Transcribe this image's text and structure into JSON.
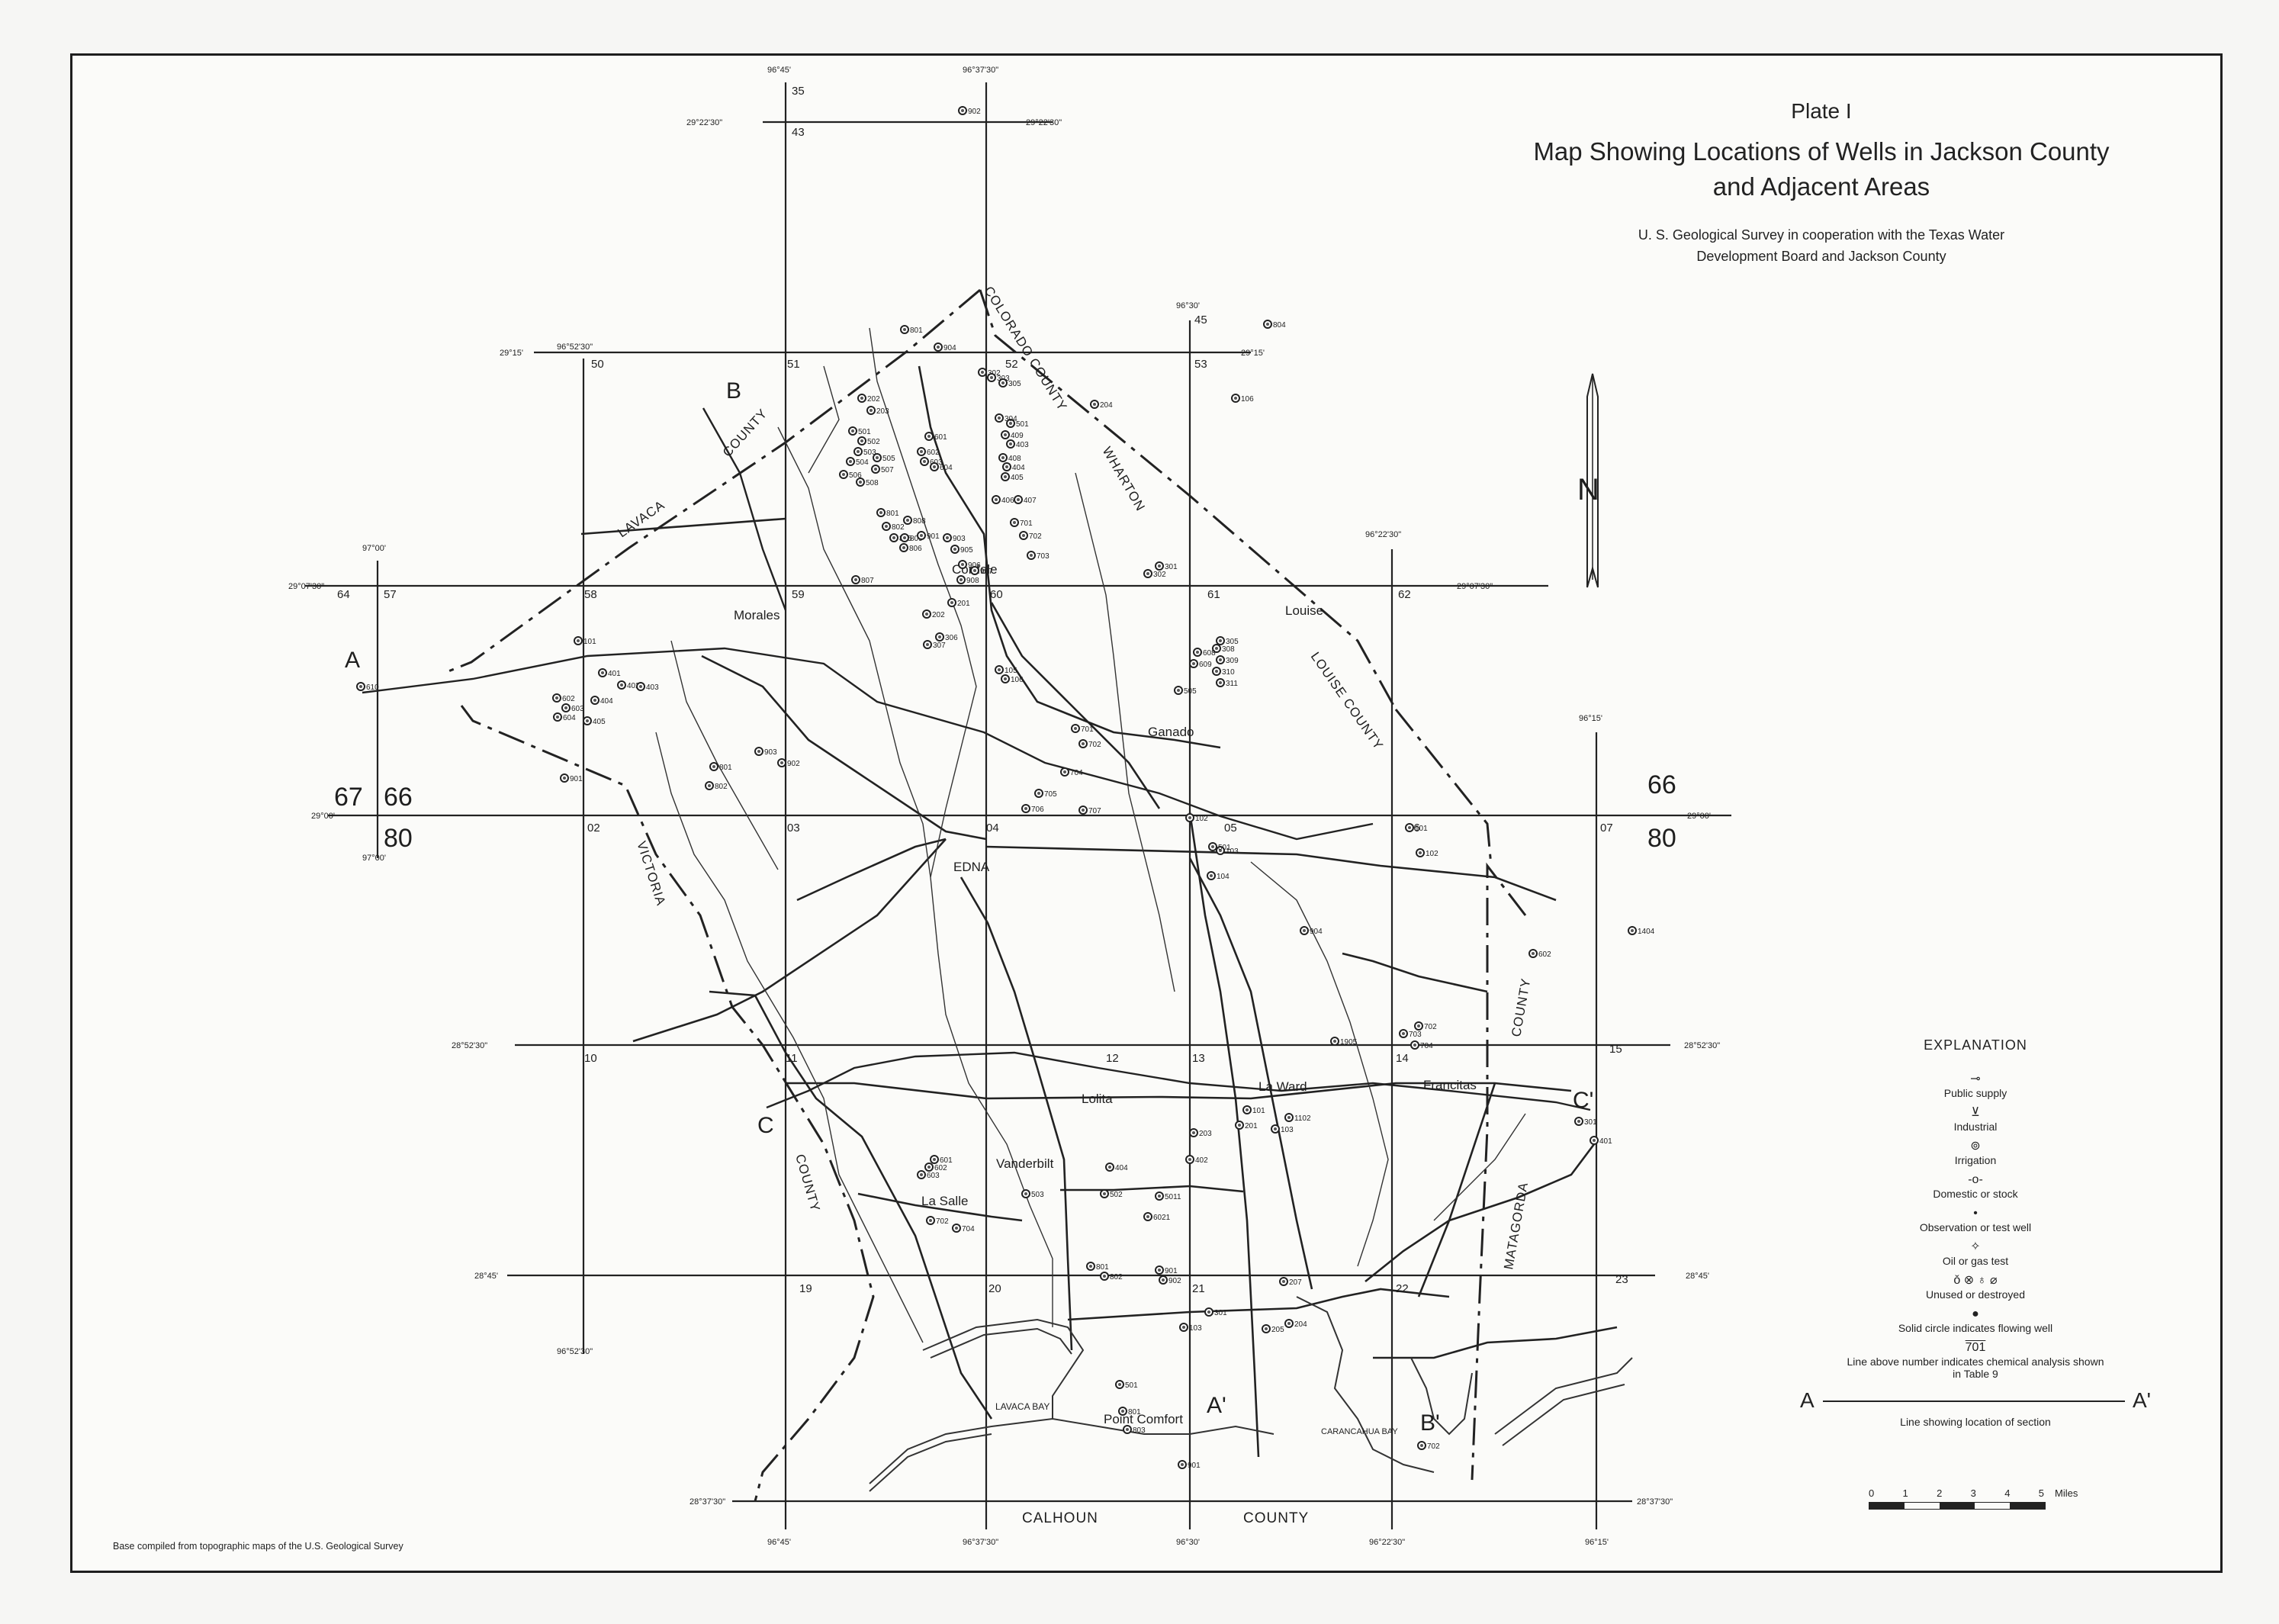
{
  "title": {
    "plate": "Plate I",
    "line1": "Map Showing Locations of Wells in Jackson County",
    "line2": "and Adjacent Areas",
    "subtitle1": "U. S. Geological Survey in cooperation with the Texas Water",
    "subtitle2": "Development Board and Jackson County"
  },
  "explanation": {
    "heading": "EXPLANATION",
    "items": [
      {
        "label": "Public supply",
        "icon": "public-supply-well-icon"
      },
      {
        "label": "Industrial",
        "icon": "industrial-well-icon"
      },
      {
        "label": "Irrigation",
        "icon": "irrigation-well-icon"
      },
      {
        "label": "Domestic or stock",
        "icon": "domestic-well-icon"
      },
      {
        "label": "Observation or test well",
        "icon": "observation-well-icon"
      },
      {
        "label": "Oil or gas test",
        "icon": "oil-gas-test-icon"
      },
      {
        "label": "Unused or destroyed",
        "icon": "unused-well-icon"
      },
      {
        "label": "Solid circle indicates flowing well",
        "icon": "flowing-well-icon"
      },
      {
        "label": "Line above number indicates chemical analysis shown in Table 9",
        "icon": "chemical-analysis-icon",
        "sample": "701"
      }
    ],
    "section_line": {
      "left": "A",
      "right": "A'",
      "label": "Line showing location of section"
    },
    "scale": {
      "ticks": [
        "0",
        "1",
        "2",
        "3",
        "4",
        "5"
      ],
      "unit": "Miles"
    }
  },
  "base_note": "Base compiled from topographic maps of the U.S. Geological Survey",
  "north_arrow": "N",
  "counties": [
    "COLORADO COUNTY",
    "WHARTON",
    "LAVACA",
    "COUNTY",
    "LOUISE COUNTY",
    "VICTORIA",
    "COUNTY",
    "MATAGORDA",
    "COUNTY",
    "CALHOUN",
    "COUNTY"
  ],
  "towns": [
    "Morales",
    "Cordele",
    "Louise",
    "Ganado",
    "EDNA",
    "La Ward",
    "Francitas",
    "Lolita",
    "Vanderbilt",
    "La Salle",
    "Point Comfort"
  ],
  "water": [
    "LAVACA BAY",
    "CARANCAHUA BAY"
  ],
  "section_letters": [
    "A",
    "B",
    "C",
    "A'",
    "B'",
    "C'"
  ],
  "lat_labels": [
    "29°22'30\"",
    "29°15'",
    "29°07'30\"",
    "29°00'",
    "28°52'30\"",
    "28°45'",
    "28°37'30\""
  ],
  "lon_labels": [
    "96°45'",
    "96°37'30\"",
    "96°30'",
    "96°22'30\"",
    "96°15'",
    "96°52'30\"",
    "97°00'"
  ],
  "quad_numbers": [
    "35",
    "43",
    "50",
    "51",
    "52",
    "53",
    "45",
    "57",
    "58",
    "59",
    "60",
    "61",
    "62",
    "64",
    "67",
    "66",
    "80",
    "02",
    "03",
    "04",
    "05",
    "06",
    "07",
    "10",
    "11",
    "12",
    "13",
    "14",
    "15",
    "19",
    "20",
    "21",
    "22",
    "23"
  ],
  "wells": [
    {
      "n": "902"
    },
    {
      "n": "801"
    },
    {
      "n": "904"
    },
    {
      "n": "302"
    },
    {
      "n": "303"
    },
    {
      "n": "305"
    },
    {
      "n": "501"
    },
    {
      "n": "804"
    },
    {
      "n": "106"
    },
    {
      "n": "204"
    },
    {
      "n": "202"
    },
    {
      "n": "203"
    },
    {
      "n": "304"
    },
    {
      "n": "409"
    },
    {
      "n": "403"
    },
    {
      "n": "408"
    },
    {
      "n": "404"
    },
    {
      "n": "405"
    },
    {
      "n": "406"
    },
    {
      "n": "407"
    },
    {
      "n": "501"
    },
    {
      "n": "502"
    },
    {
      "n": "503"
    },
    {
      "n": "504"
    },
    {
      "n": "505"
    },
    {
      "n": "506"
    },
    {
      "n": "507"
    },
    {
      "n": "508"
    },
    {
      "n": "601"
    },
    {
      "n": "602"
    },
    {
      "n": "603"
    },
    {
      "n": "604"
    },
    {
      "n": "701"
    },
    {
      "n": "702"
    },
    {
      "n": "703"
    },
    {
      "n": "801"
    },
    {
      "n": "802"
    },
    {
      "n": "805"
    },
    {
      "n": "806"
    },
    {
      "n": "807"
    },
    {
      "n": "808"
    },
    {
      "n": "809"
    },
    {
      "n": "901"
    },
    {
      "n": "903"
    },
    {
      "n": "905"
    },
    {
      "n": "906"
    },
    {
      "n": "907"
    },
    {
      "n": "908"
    },
    {
      "n": "301"
    },
    {
      "n": "302"
    },
    {
      "n": "101"
    },
    {
      "n": "401"
    },
    {
      "n": "402"
    },
    {
      "n": "403"
    },
    {
      "n": "404"
    },
    {
      "n": "405"
    },
    {
      "n": "602"
    },
    {
      "n": "603"
    },
    {
      "n": "604"
    },
    {
      "n": "610"
    },
    {
      "n": "901"
    },
    {
      "n": "902"
    },
    {
      "n": "903"
    },
    {
      "n": "801"
    },
    {
      "n": "802"
    },
    {
      "n": "201"
    },
    {
      "n": "202"
    },
    {
      "n": "306"
    },
    {
      "n": "307"
    },
    {
      "n": "105"
    },
    {
      "n": "106"
    },
    {
      "n": "701"
    },
    {
      "n": "702"
    },
    {
      "n": "704"
    },
    {
      "n": "705"
    },
    {
      "n": "706"
    },
    {
      "n": "707"
    },
    {
      "n": "102"
    },
    {
      "n": "103"
    },
    {
      "n": "104"
    },
    {
      "n": "305"
    },
    {
      "n": "308"
    },
    {
      "n": "309"
    },
    {
      "n": "310"
    },
    {
      "n": "311"
    },
    {
      "n": "608"
    },
    {
      "n": "609"
    },
    {
      "n": "505"
    },
    {
      "n": "501"
    },
    {
      "n": "904"
    },
    {
      "n": "101"
    },
    {
      "n": "102"
    },
    {
      "n": "1404"
    },
    {
      "n": "301"
    },
    {
      "n": "401"
    },
    {
      "n": "602"
    },
    {
      "n": "702"
    },
    {
      "n": "703"
    },
    {
      "n": "704"
    },
    {
      "n": "1905"
    },
    {
      "n": "1102"
    },
    {
      "n": "103"
    },
    {
      "n": "101"
    },
    {
      "n": "201"
    },
    {
      "n": "203"
    },
    {
      "n": "402"
    },
    {
      "n": "404"
    },
    {
      "n": "502"
    },
    {
      "n": "5011"
    },
    {
      "n": "6021"
    },
    {
      "n": "601"
    },
    {
      "n": "602"
    },
    {
      "n": "603"
    },
    {
      "n": "503"
    },
    {
      "n": "702"
    },
    {
      "n": "704"
    },
    {
      "n": "801"
    },
    {
      "n": "802"
    },
    {
      "n": "901"
    },
    {
      "n": "902"
    },
    {
      "n": "207"
    },
    {
      "n": "204"
    },
    {
      "n": "205"
    },
    {
      "n": "103"
    },
    {
      "n": "301"
    },
    {
      "n": "501"
    },
    {
      "n": "801"
    },
    {
      "n": "803"
    },
    {
      "n": "901"
    },
    {
      "n": "702"
    }
  ]
}
